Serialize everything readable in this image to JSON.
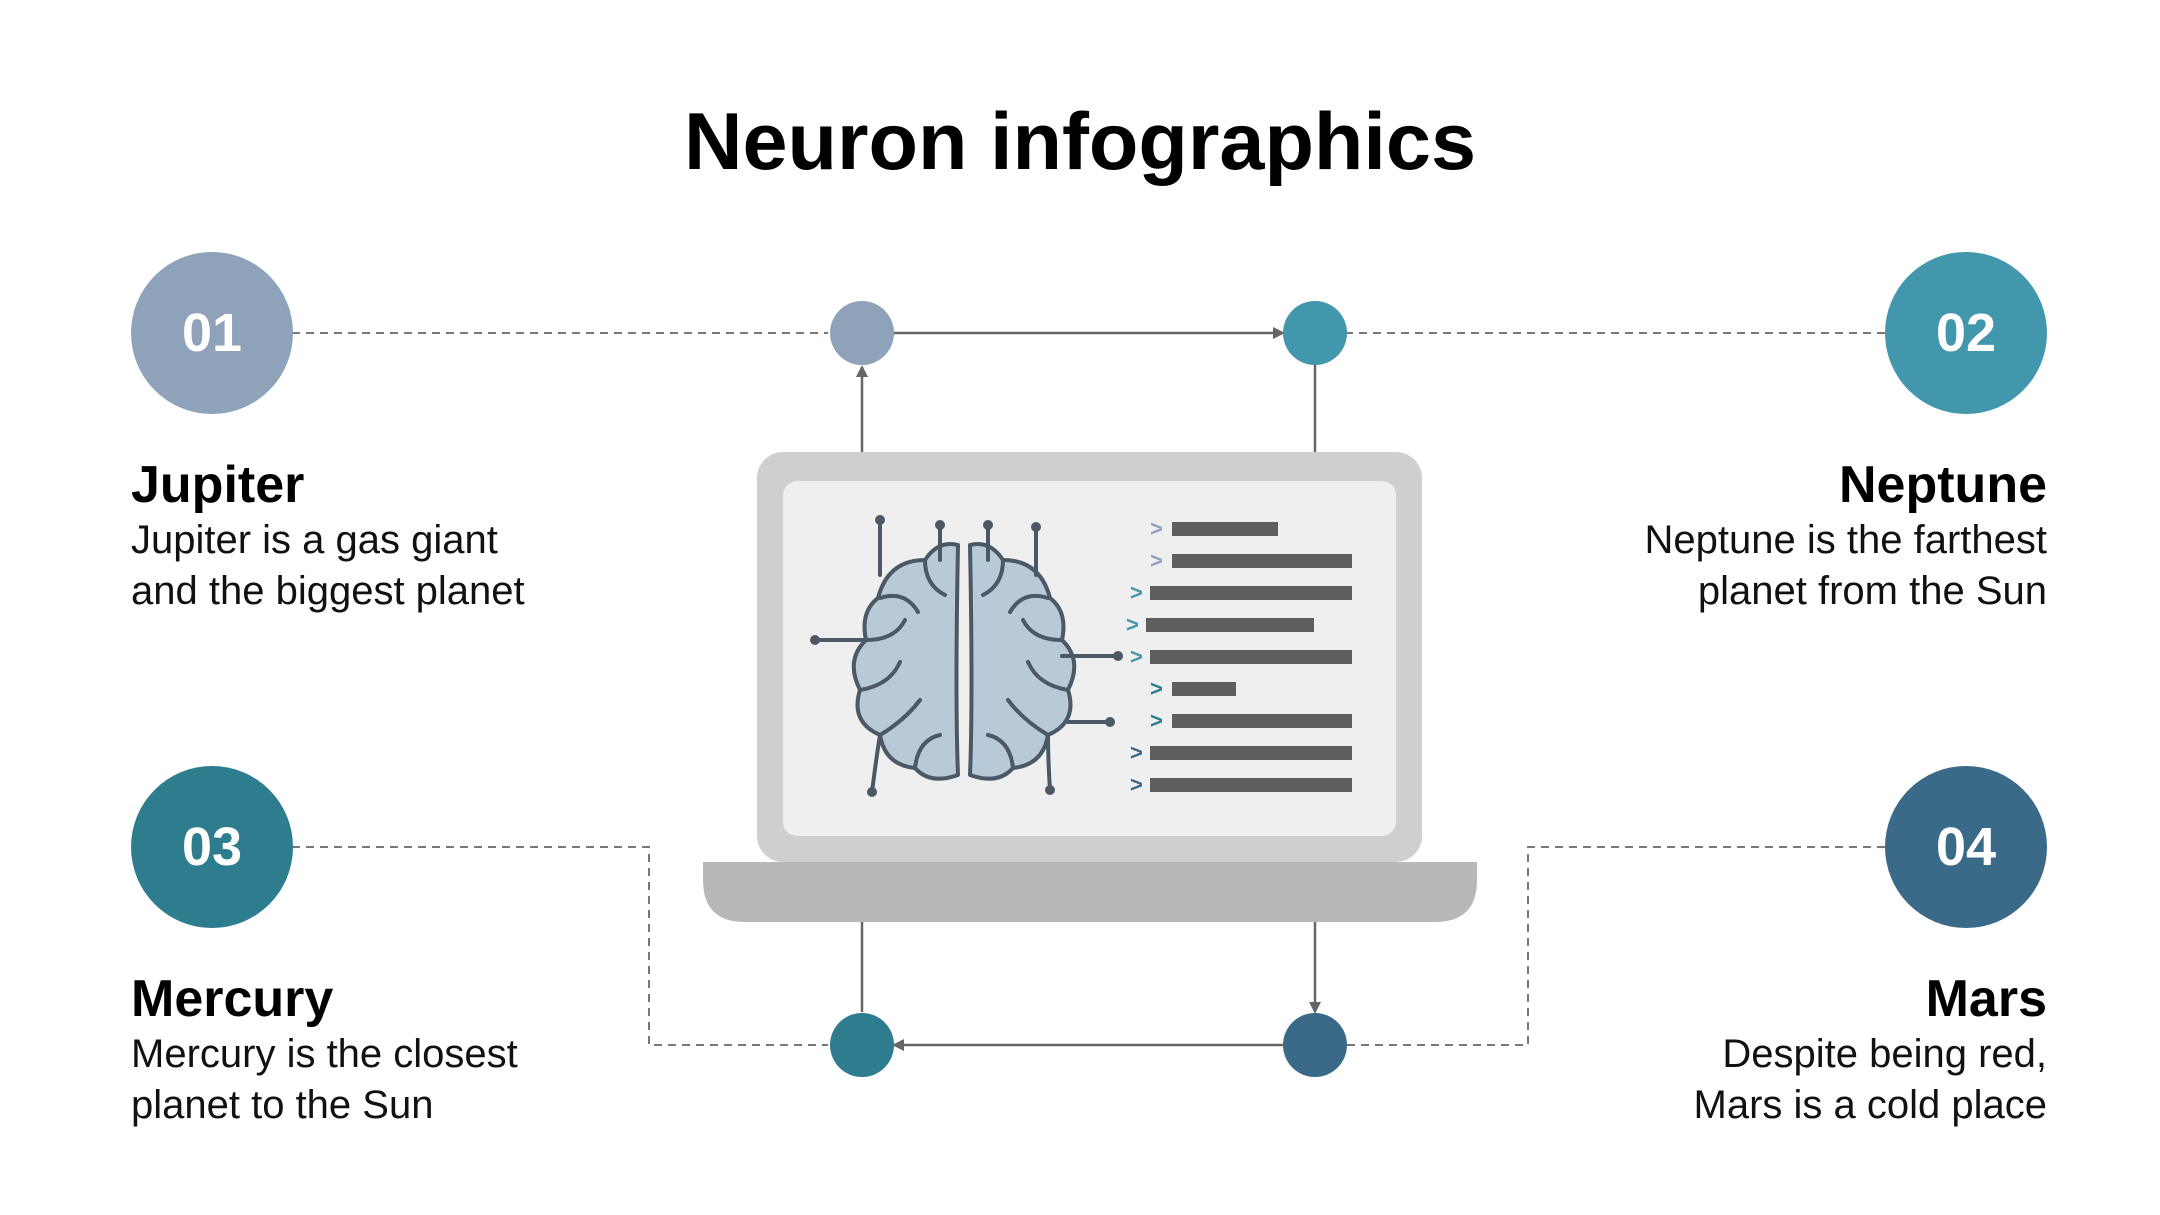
{
  "title": "Neuron infographics",
  "colors": {
    "step1": "#8ea2b9",
    "step2": "#4397ad",
    "step3": "#2d7d8f",
    "step4": "#3a6a88",
    "laptop_frame": "#cfcfcf",
    "laptop_screen": "#efefef",
    "laptop_base": "#b8b8b8",
    "brain_fill": "#b8cad8",
    "brain_stroke": "#4b5866",
    "code_bar": "#5f5f5f",
    "connector": "#666666"
  },
  "items": [
    {
      "number": "01",
      "name": "Jupiter",
      "description": "Jupiter is a gas giant\nand the biggest planet"
    },
    {
      "number": "02",
      "name": "Neptune",
      "description": "Neptune is the farthest\nplanet from the Sun"
    },
    {
      "number": "03",
      "name": "Mercury",
      "description": "Mercury is the closest\nplanet to the Sun"
    },
    {
      "number": "04",
      "name": "Mars",
      "description": "Despite being red,\nMars is a cold place"
    }
  ],
  "icons": [
    "laptop-icon",
    "brain-circuit-icon",
    "code-lines-icon",
    "arrow-icon"
  ]
}
